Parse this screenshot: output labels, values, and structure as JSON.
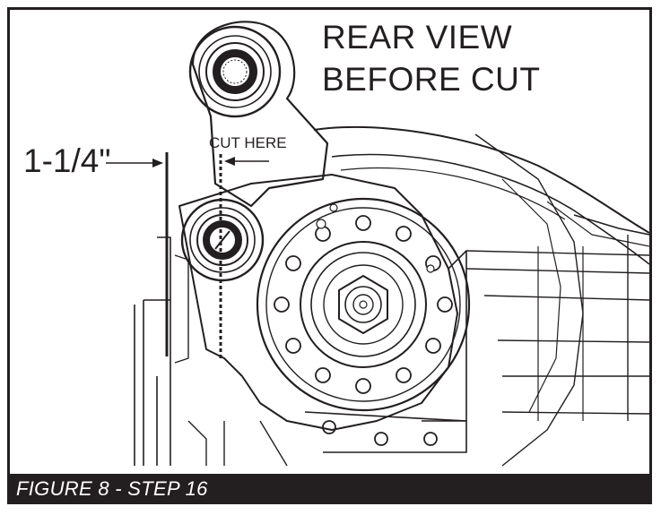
{
  "title_line1": "REAR VIEW",
  "title_line2": "BEFORE CUT",
  "measurement_label": "1-1/4\"",
  "cut_label": "CUT HERE",
  "caption": "FIGURE 8 - STEP 16",
  "colors": {
    "ink": "#231f20",
    "paper": "#ffffff",
    "caption_bg": "#231f20",
    "caption_text": "#ffffff"
  }
}
